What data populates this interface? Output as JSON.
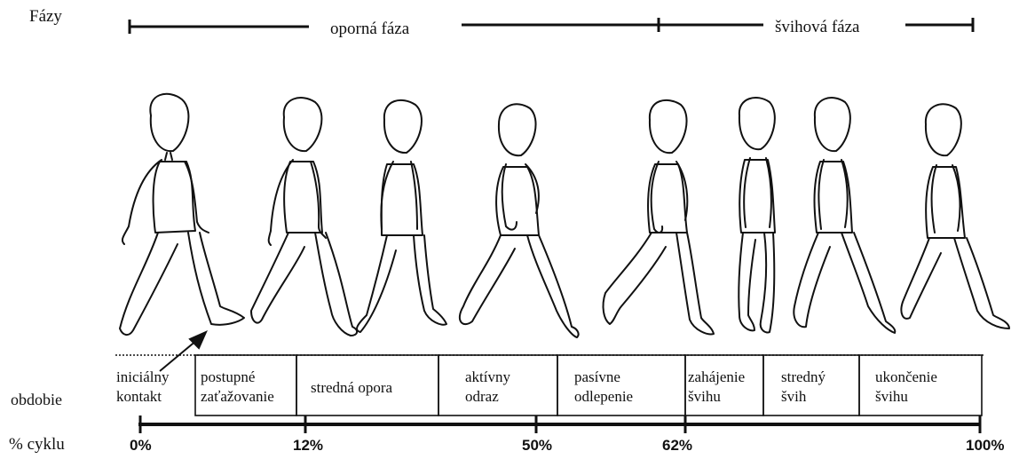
{
  "phases": {
    "label": "Fázy",
    "stance": "oporná fáza",
    "swing": "švihová fáza"
  },
  "row_labels": {
    "period": "obdobie",
    "cycle": "% cyklu"
  },
  "periods": [
    {
      "line1": "iniciálny",
      "line2": "kontakt"
    },
    {
      "line1": "postupné",
      "line2": "zaťažovanie"
    },
    {
      "line1": "stredná opora",
      "line2": ""
    },
    {
      "line1": "aktívny",
      "line2": "odraz"
    },
    {
      "line1": "pasívne",
      "line2": "odlepenie"
    },
    {
      "line1": "zahájenie",
      "line2": "švihu"
    },
    {
      "line1": "stredný",
      "line2": "švih"
    },
    {
      "line1": "ukončenie",
      "line2": "švihu"
    }
  ],
  "percent_marks": [
    "0%",
    "12%",
    "50%",
    "62%",
    "100%"
  ],
  "figure_count": 8
}
